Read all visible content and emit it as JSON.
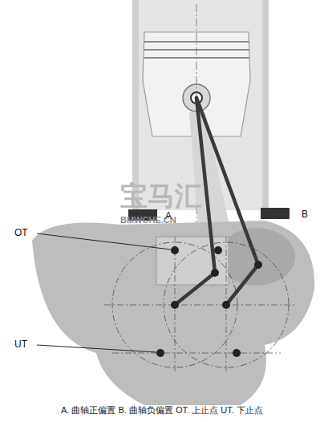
{
  "diagram": {
    "caption": "A. 曲轴正偏置 B. 曲轴负偏置 OT. 上止点 UT. 下止点",
    "labels": [
      "A",
      "B",
      "OT",
      "UT",
      "宝马汇",
      "BMWCHE.CN"
    ]
  }
}
